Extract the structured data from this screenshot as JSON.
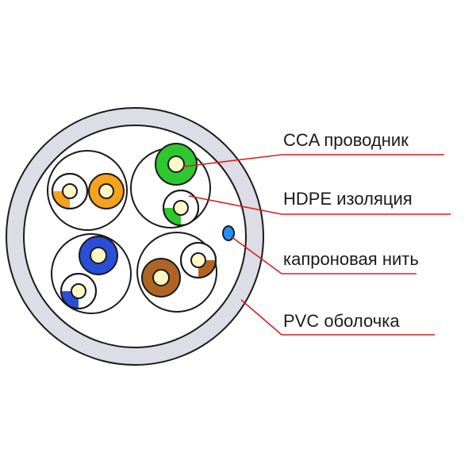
{
  "labels": {
    "conductor": "CCA проводник",
    "insulation": "HDPE изоляция",
    "thread": "капроновая нить",
    "jacket": "PVC оболочка"
  },
  "colors": {
    "jacket_fill": "#dcdde6",
    "outline": "#1a1a1a",
    "leader_line": "#e01b1b",
    "pair_orange": "#f5a21c",
    "pair_green": "#2ec82e",
    "pair_blue": "#2a4fd6",
    "pair_brown": "#b06424",
    "conductor_core": "#fff9c8",
    "thread": "#1e90ff"
  },
  "pairs": [
    {
      "name": "orange-pair",
      "color": "orange"
    },
    {
      "name": "green-pair",
      "color": "green"
    },
    {
      "name": "blue-pair",
      "color": "blue"
    },
    {
      "name": "brown-pair",
      "color": "brown"
    }
  ]
}
